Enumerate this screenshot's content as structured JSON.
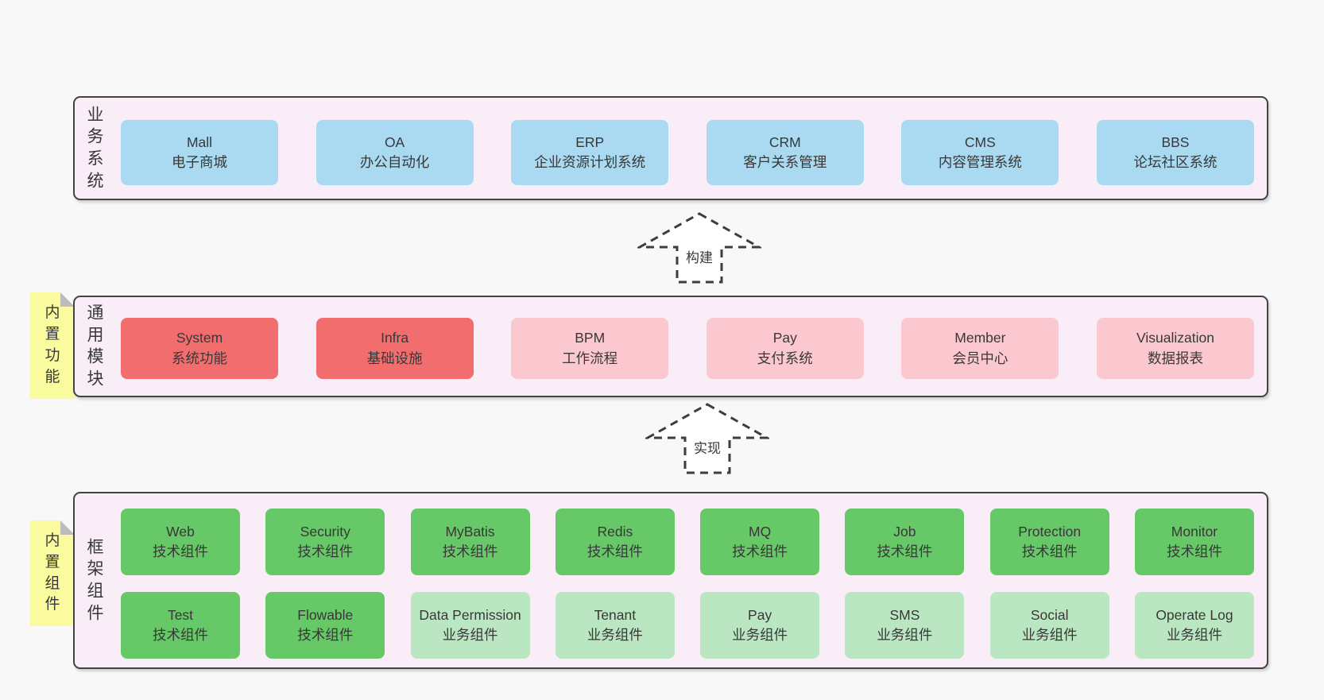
{
  "colors": {
    "page_background": "#f8f8f8",
    "section_background": "#f9edf7",
    "section_border": "#424242",
    "business_box_blue": "#a9daf2",
    "core_module_red": "#f26d6e",
    "extension_module_pink": "#fbc8d0",
    "tech_component_green": "#66c867",
    "biz_component_lightgreen": "#bae7c1",
    "sticky_note_yellow": "#fafa9e",
    "note_fold_gray": "#bcbcbc",
    "text": "#383838"
  },
  "sections": {
    "business": {
      "label": "业务系统",
      "boxes": [
        {
          "name": "Mall",
          "desc": "电子商城",
          "variant": "blue"
        },
        {
          "name": "OA",
          "desc": "办公自动化",
          "variant": "blue"
        },
        {
          "name": "ERP",
          "desc": "企业资源计划系统",
          "variant": "blue"
        },
        {
          "name": "CRM",
          "desc": "客户关系管理",
          "variant": "blue"
        },
        {
          "name": "CMS",
          "desc": "内容管理系统",
          "variant": "blue"
        },
        {
          "name": "BBS",
          "desc": "论坛社区系统",
          "variant": "blue"
        }
      ]
    },
    "modules": {
      "label": "通用模块",
      "note": "内置功能",
      "boxes": [
        {
          "name": "System",
          "desc": "系统功能",
          "variant": "red"
        },
        {
          "name": "Infra",
          "desc": "基础设施",
          "variant": "red"
        },
        {
          "name": "BPM",
          "desc": "工作流程",
          "variant": "pink"
        },
        {
          "name": "Pay",
          "desc": "支付系统",
          "variant": "pink"
        },
        {
          "name": "Member",
          "desc": "会员中心",
          "variant": "pink"
        },
        {
          "name": "Visualization",
          "desc": "数据报表",
          "variant": "pink"
        }
      ]
    },
    "framework": {
      "label": "框架组件",
      "note": "内置组件",
      "rows": {
        "top": [
          {
            "name": "Web",
            "desc": "技术组件",
            "variant": "green"
          },
          {
            "name": "Security",
            "desc": "技术组件",
            "variant": "green"
          },
          {
            "name": "MyBatis",
            "desc": "技术组件",
            "variant": "green"
          },
          {
            "name": "Redis",
            "desc": "技术组件",
            "variant": "green"
          },
          {
            "name": "MQ",
            "desc": "技术组件",
            "variant": "green"
          },
          {
            "name": "Job",
            "desc": "技术组件",
            "variant": "green"
          },
          {
            "name": "Protection",
            "desc": "技术组件",
            "variant": "green"
          },
          {
            "name": "Monitor",
            "desc": "技术组件",
            "variant": "green"
          }
        ],
        "bottom": [
          {
            "name": "Test",
            "desc": "技术组件",
            "variant": "green"
          },
          {
            "name": "Flowable",
            "desc": "技术组件",
            "variant": "green"
          },
          {
            "name": "Data Permission",
            "desc": "业务组件",
            "variant": "lightgreen"
          },
          {
            "name": "Tenant",
            "desc": "业务组件",
            "variant": "lightgreen"
          },
          {
            "name": "Pay",
            "desc": "业务组件",
            "variant": "lightgreen"
          },
          {
            "name": "SMS",
            "desc": "业务组件",
            "variant": "lightgreen"
          },
          {
            "name": "Social",
            "desc": "业务组件",
            "variant": "lightgreen"
          },
          {
            "name": "Operate Log",
            "desc": "业务组件",
            "variant": "lightgreen"
          }
        ]
      }
    }
  },
  "arrows": {
    "build": {
      "label": "构建"
    },
    "implement": {
      "label": "实现"
    }
  }
}
